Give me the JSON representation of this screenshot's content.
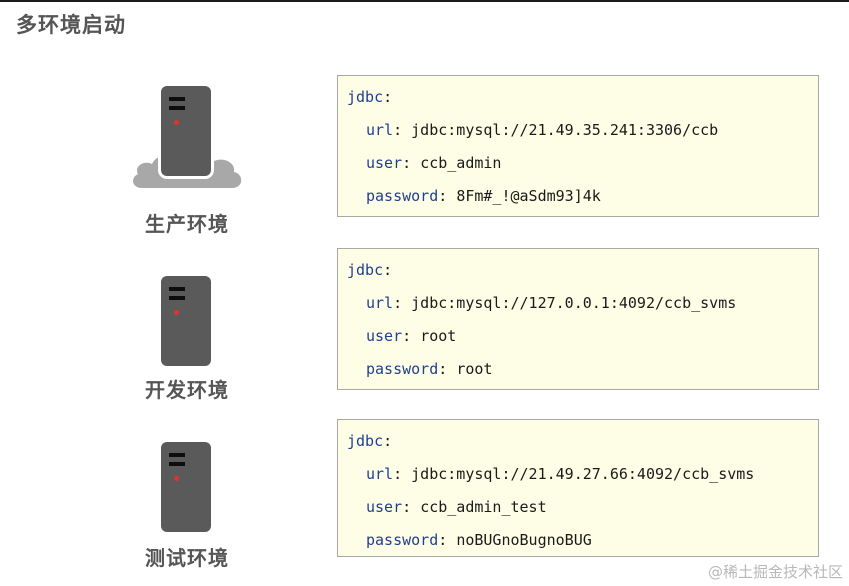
{
  "title": "多环境启动",
  "environments": [
    {
      "label": "生产环境",
      "icon": "server-cloud-icon",
      "config": {
        "root_key": "jdbc",
        "url_key": "url",
        "url": "jdbc:mysql://21.49.35.241:3306/ccb",
        "user_key": "user",
        "user": "ccb_admin",
        "password_key": "password",
        "password": "8Fm#_!@aSdm93]4k"
      }
    },
    {
      "label": "开发环境",
      "icon": "server-icon",
      "config": {
        "root_key": "jdbc",
        "url_key": "url",
        "url": "jdbc:mysql://127.0.0.1:4092/ccb_svms",
        "user_key": "user",
        "user": "root",
        "password_key": "password",
        "password": "root"
      }
    },
    {
      "label": "测试环境",
      "icon": "server-icon",
      "config": {
        "root_key": "jdbc",
        "url_key": "url",
        "url": "jdbc:mysql://21.49.27.66:4092/ccb_svms",
        "user_key": "user",
        "user": "ccb_admin_test",
        "password_key": "password",
        "password": "noBUGnoBugnoBUG"
      }
    }
  ],
  "colors": {
    "code_bg": "#fefee6",
    "code_border": "#a9a9a2",
    "key_color": "#1f3f8f",
    "server_body": "#5a5a5a",
    "server_led": "#e53030",
    "cloud": "#a8a8a8",
    "label_color": "#555555"
  },
  "watermark": "@稀土掘金技术社区"
}
